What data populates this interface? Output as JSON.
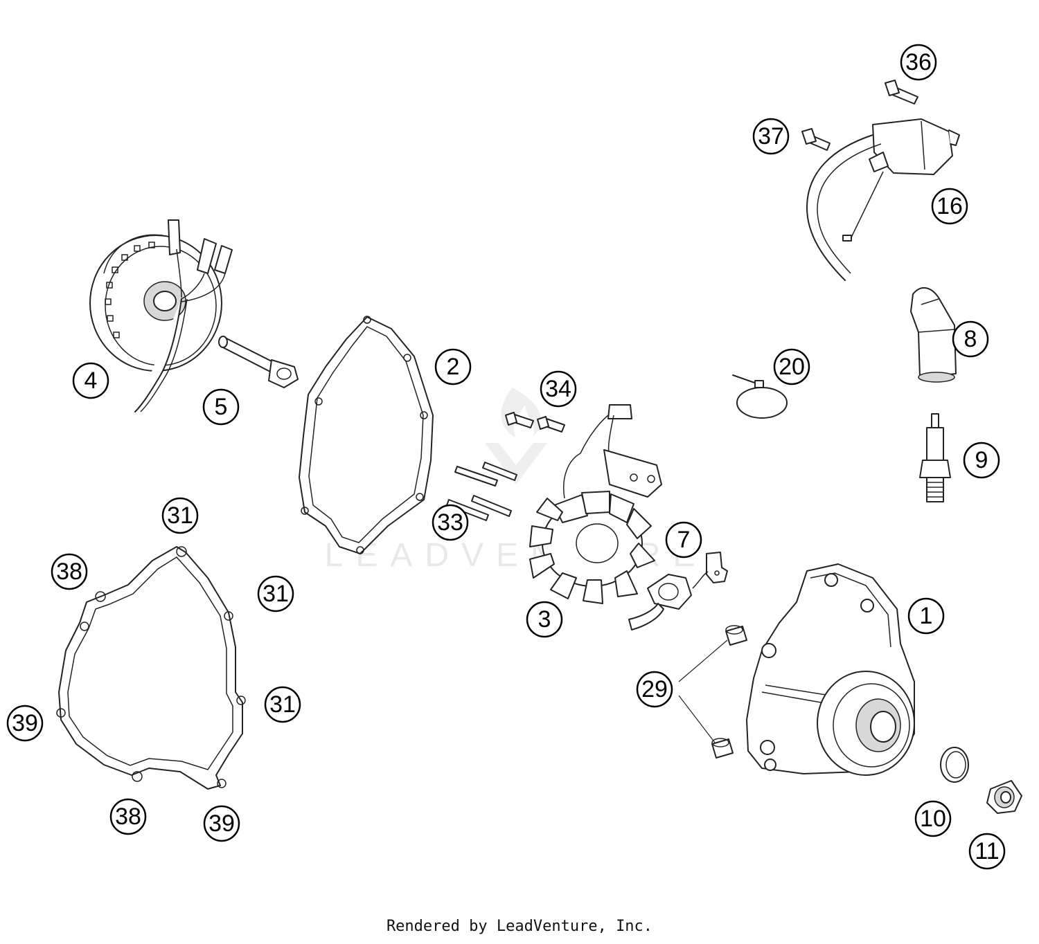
{
  "watermark": {
    "text": "LEADVENTURE",
    "color": "#e6e6e6"
  },
  "callouts": {
    "c1": "1",
    "c2": "2",
    "c3": "3",
    "c4": "4",
    "c5": "5",
    "c7": "7",
    "c8": "8",
    "c9": "9",
    "c10": "10",
    "c11": "11",
    "c16": "16",
    "c20": "20",
    "c29": "29",
    "c31a": "31",
    "c31b": "31",
    "c31c": "31",
    "c33": "33",
    "c34": "34",
    "c36": "36",
    "c37": "37",
    "c38a": "38",
    "c38b": "38",
    "c39a": "39",
    "c39b": "39"
  },
  "footer": {
    "text": "Rendered by LeadVenture, Inc."
  }
}
